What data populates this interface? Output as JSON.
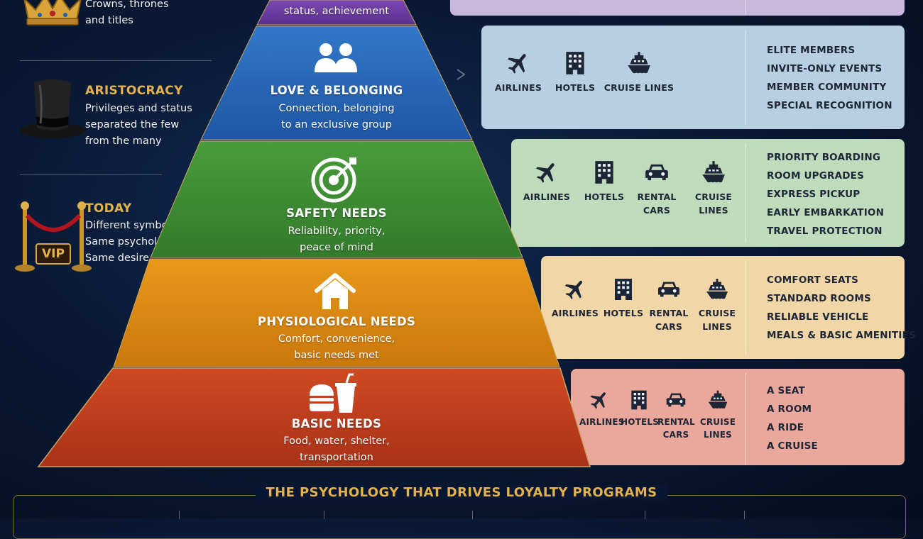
{
  "history": {
    "crowns": {
      "text": "Crowns, thrones\nand titles"
    },
    "aristocracy": {
      "title": "ARISTOCRACY",
      "text": "Privileges and status\nseparated the few\nfrom the many"
    },
    "today": {
      "title": "TODAY",
      "text": "Different symbols.\nSame psychology.\nSame desire.",
      "badge": "VIP"
    }
  },
  "pyramid": {
    "top_desc": "status, achievement",
    "love": {
      "title": "LOVE & BELONGING",
      "desc": "Connection, belonging\nto an exclusive group"
    },
    "safety": {
      "title": "SAFETY NEEDS",
      "desc": "Reliability, priority,\npeace of mind"
    },
    "physio": {
      "title": "PHYSIOLOGICAL NEEDS",
      "desc": "Comfort, convenience,\nbasic needs met"
    },
    "basic": {
      "title": "BASIC NEEDS",
      "desc": "Food, water, shelter,\ntransportation"
    }
  },
  "panels": {
    "love": {
      "industries": [
        "AIRLINES",
        "HOTELS",
        "CRUISE LINES"
      ],
      "benefits": [
        "ELITE MEMBERS",
        "INVITE-ONLY EVENTS",
        "MEMBER COMMUNITY",
        "SPECIAL RECOGNITION"
      ]
    },
    "safety": {
      "industries": [
        "AIRLINES",
        "HOTELS",
        "RENTAL\nCARS",
        "CRUISE\nLINES"
      ],
      "benefits": [
        "PRIORITY BOARDING",
        "ROOM UPGRADES",
        "EXPRESS PICKUP",
        "EARLY EMBARKATION",
        "TRAVEL PROTECTION"
      ]
    },
    "physio": {
      "industries": [
        "AIRLINES",
        "HOTELS",
        "RENTAL\nCARS",
        "CRUISE\nLINES"
      ],
      "benefits": [
        "COMFORT SEATS",
        "STANDARD ROOMS",
        "RELIABLE VEHICLE",
        "MEALS & BASIC AMENITIES"
      ]
    },
    "basic": {
      "industries": [
        "AIRLINES",
        "HOTELS",
        "RENTAL\nCARS",
        "CRUISE\nLINES"
      ],
      "benefits": [
        "A SEAT",
        "A ROOM",
        "A RIDE",
        "A CRUISE"
      ]
    }
  },
  "bottom": {
    "title": "THE PSYCHOLOGY THAT DRIVES LOYALTY PROGRAMS"
  },
  "colors": {
    "gold": "#e3b24c",
    "tier_top": "#6a3ca0",
    "tier_love": "#2a67b8",
    "tier_safety": "#3f8d34",
    "tier_physio": "#d88a12",
    "tier_basic": "#c2401f",
    "panel_top": "#c9b8dc",
    "panel_love": "#b8cfe2",
    "panel_safety": "#bedcbc",
    "panel_physio": "#f1d6a8",
    "panel_basic": "#eaa79b"
  }
}
